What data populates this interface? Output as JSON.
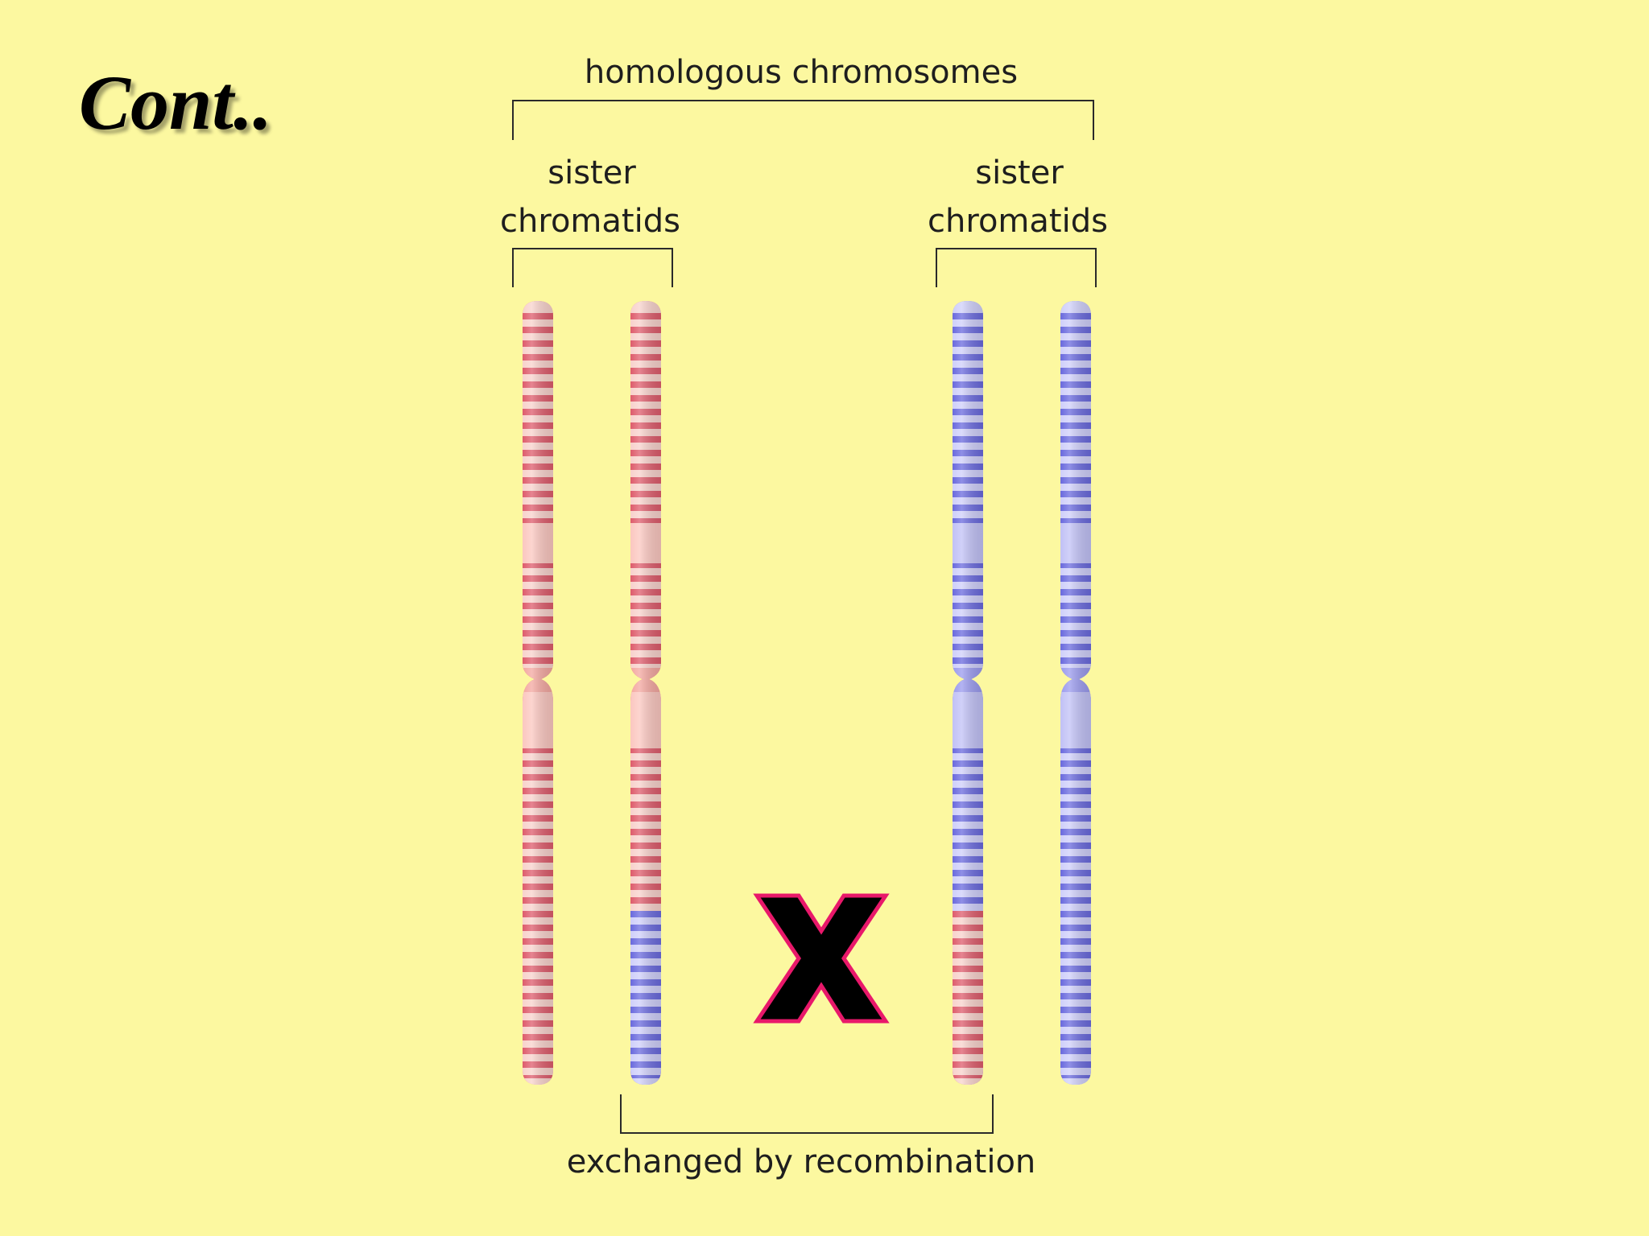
{
  "title": "Cont..",
  "labels": {
    "homologous": "homologous chromosomes",
    "sister_left": [
      "sister",
      "chromatids"
    ],
    "sister_right": [
      "sister",
      "chromatids"
    ],
    "exchanged": "exchanged by recombination"
  },
  "colors": {
    "background": "#fcf8a0",
    "red_chromatid": "#de5c6c",
    "red_band_light": "#f8d2cc",
    "blue_chromatid": "#6a6ade",
    "blue_band_light": "#cfcffa",
    "bracket": "#2a2a2a",
    "x_mark_fill": "#000000",
    "x_mark_outline": "#e8186a"
  },
  "chromatids": [
    {
      "name": "red-chromatid-1",
      "color": "red"
    },
    {
      "name": "red-chromatid-2-recombined",
      "color": "red",
      "swapped_bottom": "blue"
    },
    {
      "name": "blue-chromatid-1-recombined",
      "color": "blue",
      "swapped_bottom": "red"
    },
    {
      "name": "blue-chromatid-2",
      "color": "blue"
    }
  ],
  "icons": {
    "cross_mark": "x-mark-icon"
  }
}
